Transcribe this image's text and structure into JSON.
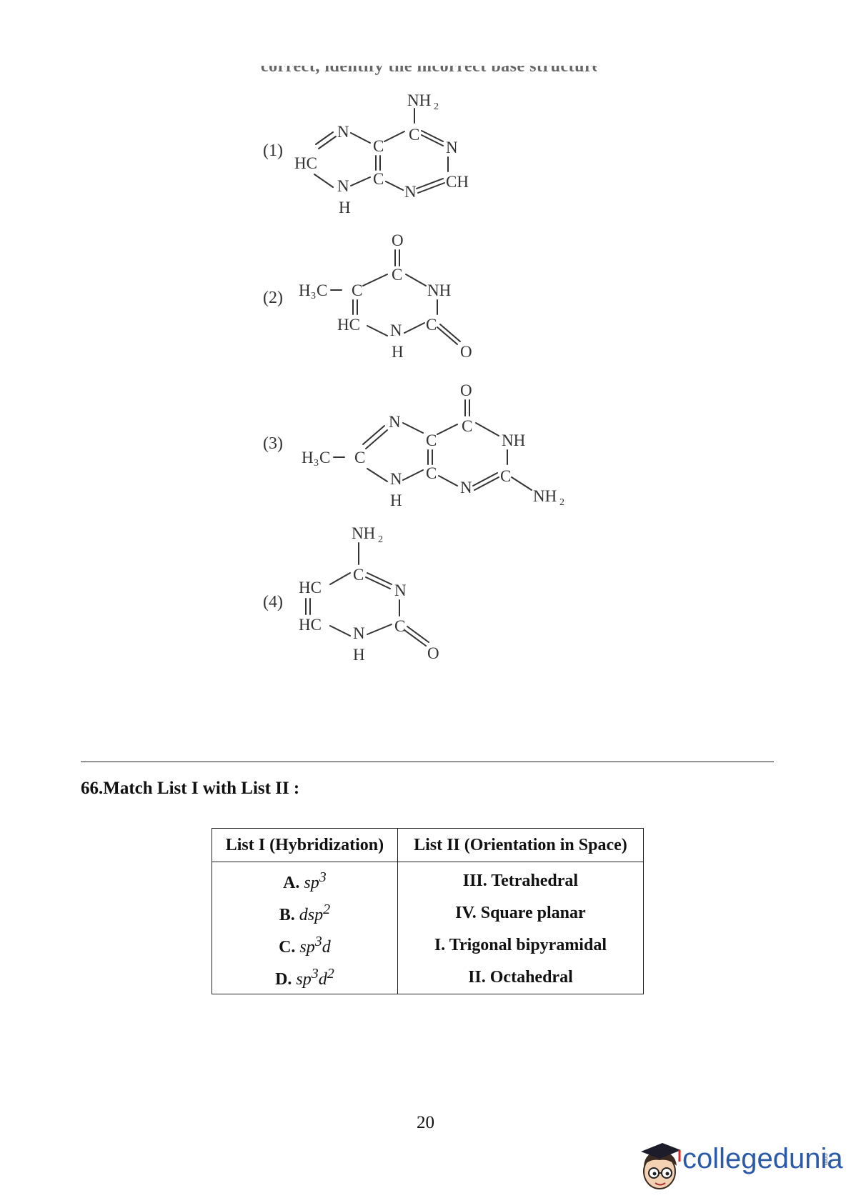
{
  "cutoff_text": "correct, identify the incorrect base structure.",
  "options": [
    {
      "label": "(1)",
      "atoms": {
        "nh2": "NH",
        "nh2_sub": "2",
        "n_top": "N",
        "c_a": "C",
        "c_b": "C",
        "n_right": "N",
        "hc": "HC",
        "c_c": "C",
        "ch": "CH",
        "n_bot": "N",
        "n_low": "N",
        "h": "H"
      }
    },
    {
      "label": "(2)",
      "atoms": {
        "o_top": "O",
        "c_top": "C",
        "h3c": "H",
        "h3c_sub": "3",
        "h3c_c": "C",
        "c_left": "C",
        "nh": "NH",
        "hc": "HC",
        "n": "N",
        "c_bot": "C",
        "h": "H",
        "o_bot": "O"
      }
    },
    {
      "label": "(3)",
      "atoms": {
        "o_top": "O",
        "c_top": "C",
        "n_top": "N",
        "c_a": "C",
        "nh": "NH",
        "h3c": "H",
        "h3c_sub": "3",
        "h3c_c": "C",
        "c_left": "C",
        "n_low": "N",
        "c_b": "C",
        "n_bot": "N",
        "c_c": "C",
        "nh2": "NH",
        "nh2_sub": "2",
        "h": "H"
      }
    },
    {
      "label": "(4)",
      "atoms": {
        "nh2": "NH",
        "nh2_sub": "2",
        "c_top": "C",
        "hc1": "HC",
        "n_right": "N",
        "hc2": "HC",
        "n": "N",
        "c_bot": "C",
        "h": "H",
        "o": "O"
      }
    }
  ],
  "question": {
    "title": "66.Match List I with List II :",
    "headers": [
      "List I (Hybridization)",
      "List II (Orientation in Space)"
    ],
    "rows": [
      {
        "letter": "A.",
        "f_base": "sp",
        "f_sup": "3",
        "f_tail": "",
        "f_tail_sup": "",
        "orientation": "III. Tetrahedral"
      },
      {
        "letter": "B.",
        "f_base": "dsp",
        "f_sup": "2",
        "f_tail": "",
        "f_tail_sup": "",
        "orientation": "IV. Square planar"
      },
      {
        "letter": "C.",
        "f_base": "sp",
        "f_sup": "3",
        "f_tail": "d",
        "f_tail_sup": "",
        "orientation": "I. Trigonal bipyramidal"
      },
      {
        "letter": "D.",
        "f_base": "sp",
        "f_sup": "3",
        "f_tail": "d",
        "f_tail_sup": "2",
        "orientation": "II. Octahedral"
      }
    ]
  },
  "page_number": "20",
  "brand": {
    "name": "collegedunia",
    "domain_tag": ".com",
    "logo": "mascot-logo"
  }
}
